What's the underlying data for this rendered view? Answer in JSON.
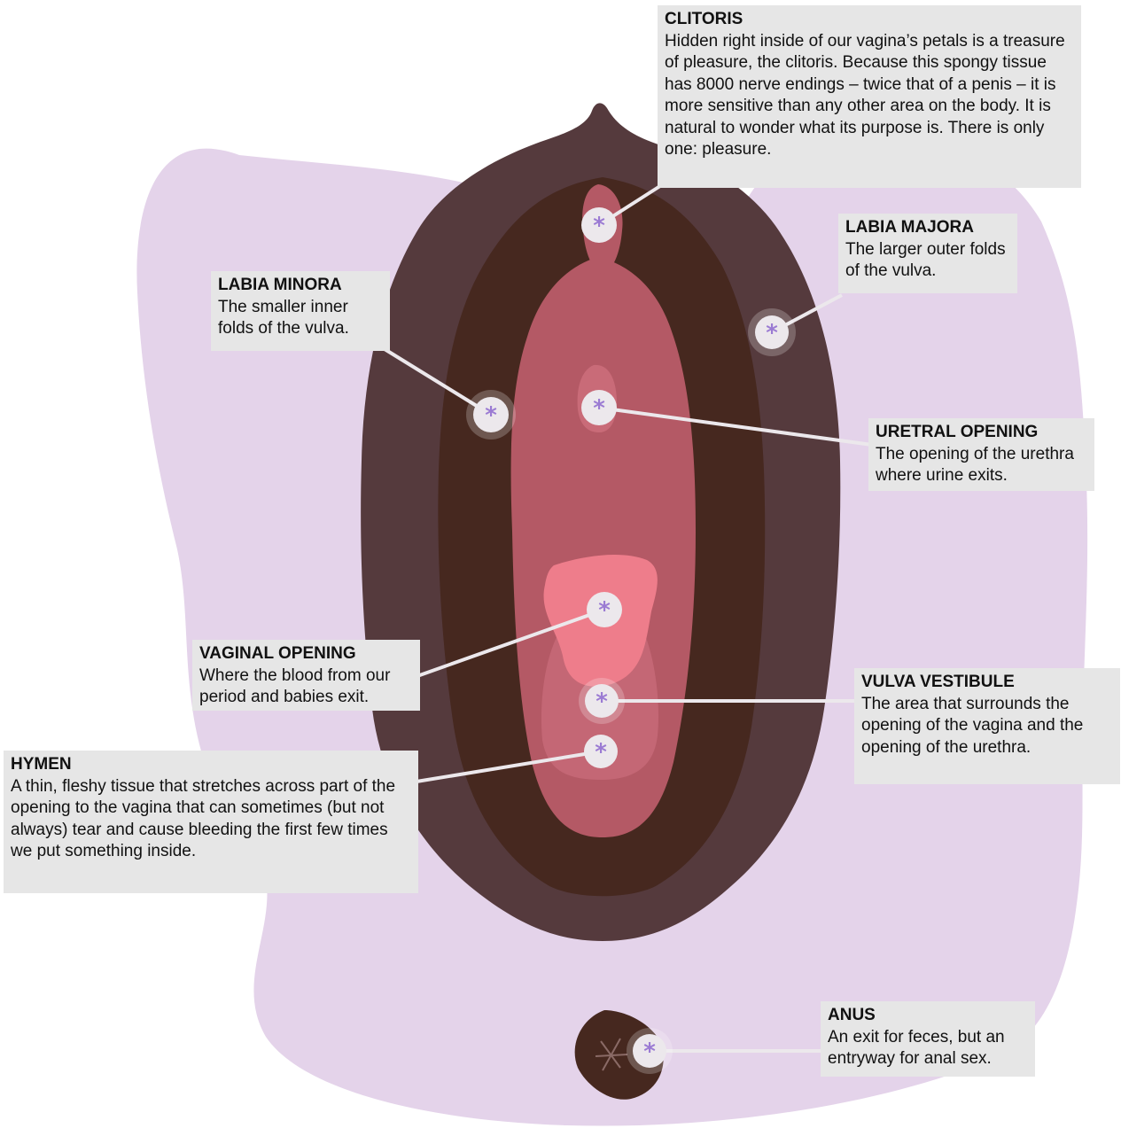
{
  "colors": {
    "background_blob": "#e4d3ea",
    "outer_labia": "#553a3d",
    "inner_dark": "#46281f",
    "labia_minora": "#b45965",
    "vaginal_opening": "#ee7d8b",
    "marker_fill": "#ece8ec",
    "marker_asterisk": "#9b7bd3",
    "label_background": "#e6e6e6"
  },
  "labels": {
    "clitoris": {
      "title": "CLITORIS",
      "text": "Hidden right inside of our vagina’s petals is a treasure of pleasure, the clitoris. Because this spongy tissue has 8000 nerve endings – twice that of a penis – it is more sensitive than any other area on the body. It is natural to wonder what its purpose is. There is only one: pleasure."
    },
    "labia_majora": {
      "title": "LABIA MAJORA",
      "text": "The larger outer folds of the vulva."
    },
    "labia_minora": {
      "title": "LABIA MINORA",
      "text": "The smaller inner folds of the vulva."
    },
    "uretral_opening": {
      "title": "URETRAL OPENING",
      "text": "The opening of the urethra where urine exits."
    },
    "vaginal_opening": {
      "title": "VAGINAL OPENING",
      "text": "Where the blood from our period and babies exit."
    },
    "vulva_vestibule": {
      "title": "VULVA VESTIBULE",
      "text": "The area that surrounds the opening of the vagina and the opening of the urethra."
    },
    "hymen": {
      "title": "HYMEN",
      "text": "A thin, fleshy tissue that stretches across part of the opening to the vagina that can sometimes (but not always) tear and cause bleeding the first few times we put something inside."
    },
    "anus": {
      "title": "ANUS",
      "text": "An exit for feces, but an entryway for anal sex."
    }
  },
  "marker_symbol": "*"
}
